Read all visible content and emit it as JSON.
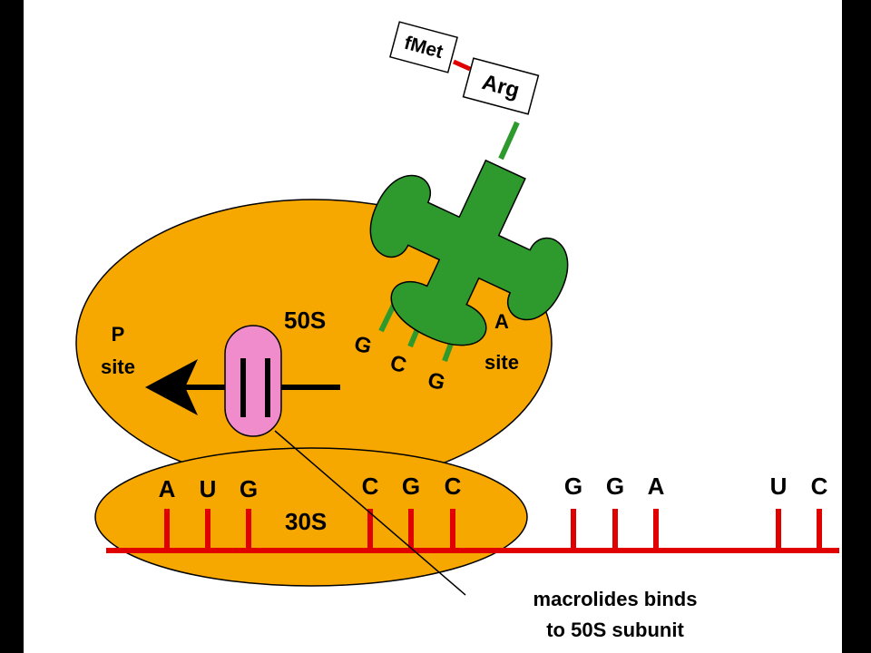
{
  "ribosome": {
    "large_subunit_label": "50S",
    "small_subunit_label": "30S",
    "p_site_line1": "P",
    "p_site_line2": "site",
    "a_site_line1": "A",
    "a_site_line2": "site"
  },
  "trna": {
    "anticodon": [
      "G",
      "C",
      "G"
    ],
    "peptide": [
      "fMet",
      "Arg"
    ]
  },
  "mrna": {
    "codons_in_ribosome": [
      "A",
      "U",
      "G",
      "C",
      "G",
      "C"
    ],
    "codons_downstream": [
      "G",
      "G",
      "A",
      "U",
      "C"
    ]
  },
  "annotation": {
    "line1": "macrolides binds",
    "line2": "to 50S subunit"
  },
  "colors": {
    "ribosome": "#F7A800",
    "trna": "#2E9A2E",
    "mrna": "#E00000",
    "macrolide": "#F08CCC"
  }
}
